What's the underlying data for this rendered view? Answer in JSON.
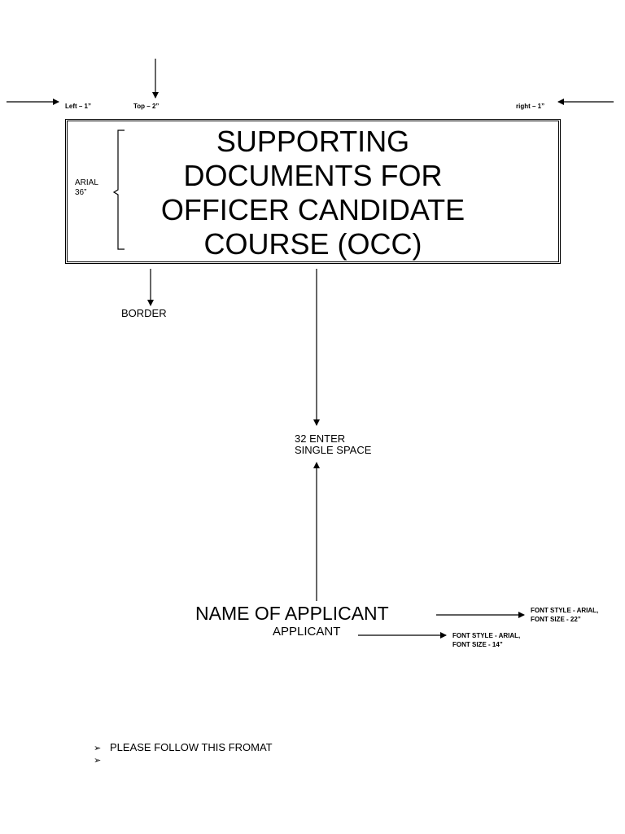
{
  "margins": {
    "left_label": "Left – 1”",
    "top_label": "Top – 2”",
    "right_label": "right – 1”"
  },
  "title": {
    "lines": [
      "SUPPORTING",
      "DOCUMENTS FOR",
      "OFFICER CANDIDATE",
      "COURSE (OCC)"
    ]
  },
  "font_note": {
    "line1": "ARIAL",
    "line2": "36”"
  },
  "border_label": "BORDER",
  "spacing_note": {
    "line1": "32 ENTER",
    "line2": "SINGLE SPACE"
  },
  "applicant_name": "NAME OF APPLICANT",
  "applicant_label": "APPLICANT",
  "name_font_note": {
    "line1": "FONT STYLE - ARIAL,",
    "line2": "FONT SIZE - 22”"
  },
  "applicant_font_note": {
    "line1": "FONT STYLE - ARIAL,",
    "line2": "FONT SIZE - 14”"
  },
  "bullets": [
    {
      "glyph": "➢",
      "text": "PLEASE FOLLOW THIS FROMAT"
    },
    {
      "glyph": "➢",
      "text": ""
    }
  ]
}
